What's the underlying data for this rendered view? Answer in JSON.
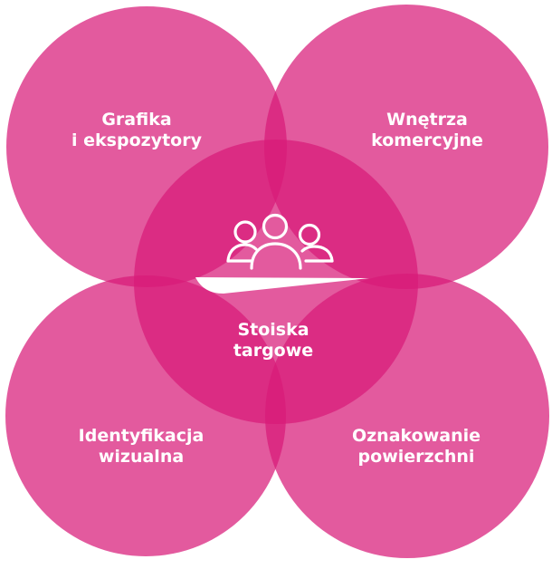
{
  "diagram": {
    "colors": {
      "circle_fill": "#d81b78",
      "text": "#ffffff"
    },
    "circles": [
      {
        "name": "graphics",
        "lines": [
          "Grafika",
          "i ekspozytory"
        ]
      },
      {
        "name": "interiors",
        "lines": [
          "Wnętrza",
          "komercyjne"
        ]
      },
      {
        "name": "identity",
        "lines": [
          "Identyfikacja",
          "wizualna"
        ]
      },
      {
        "name": "signage",
        "lines": [
          "Oznakowanie",
          "powierzchni"
        ]
      },
      {
        "name": "center",
        "lines": [
          "Stoiska",
          "targowe"
        ],
        "icon": "people-at-table-icon"
      }
    ]
  }
}
